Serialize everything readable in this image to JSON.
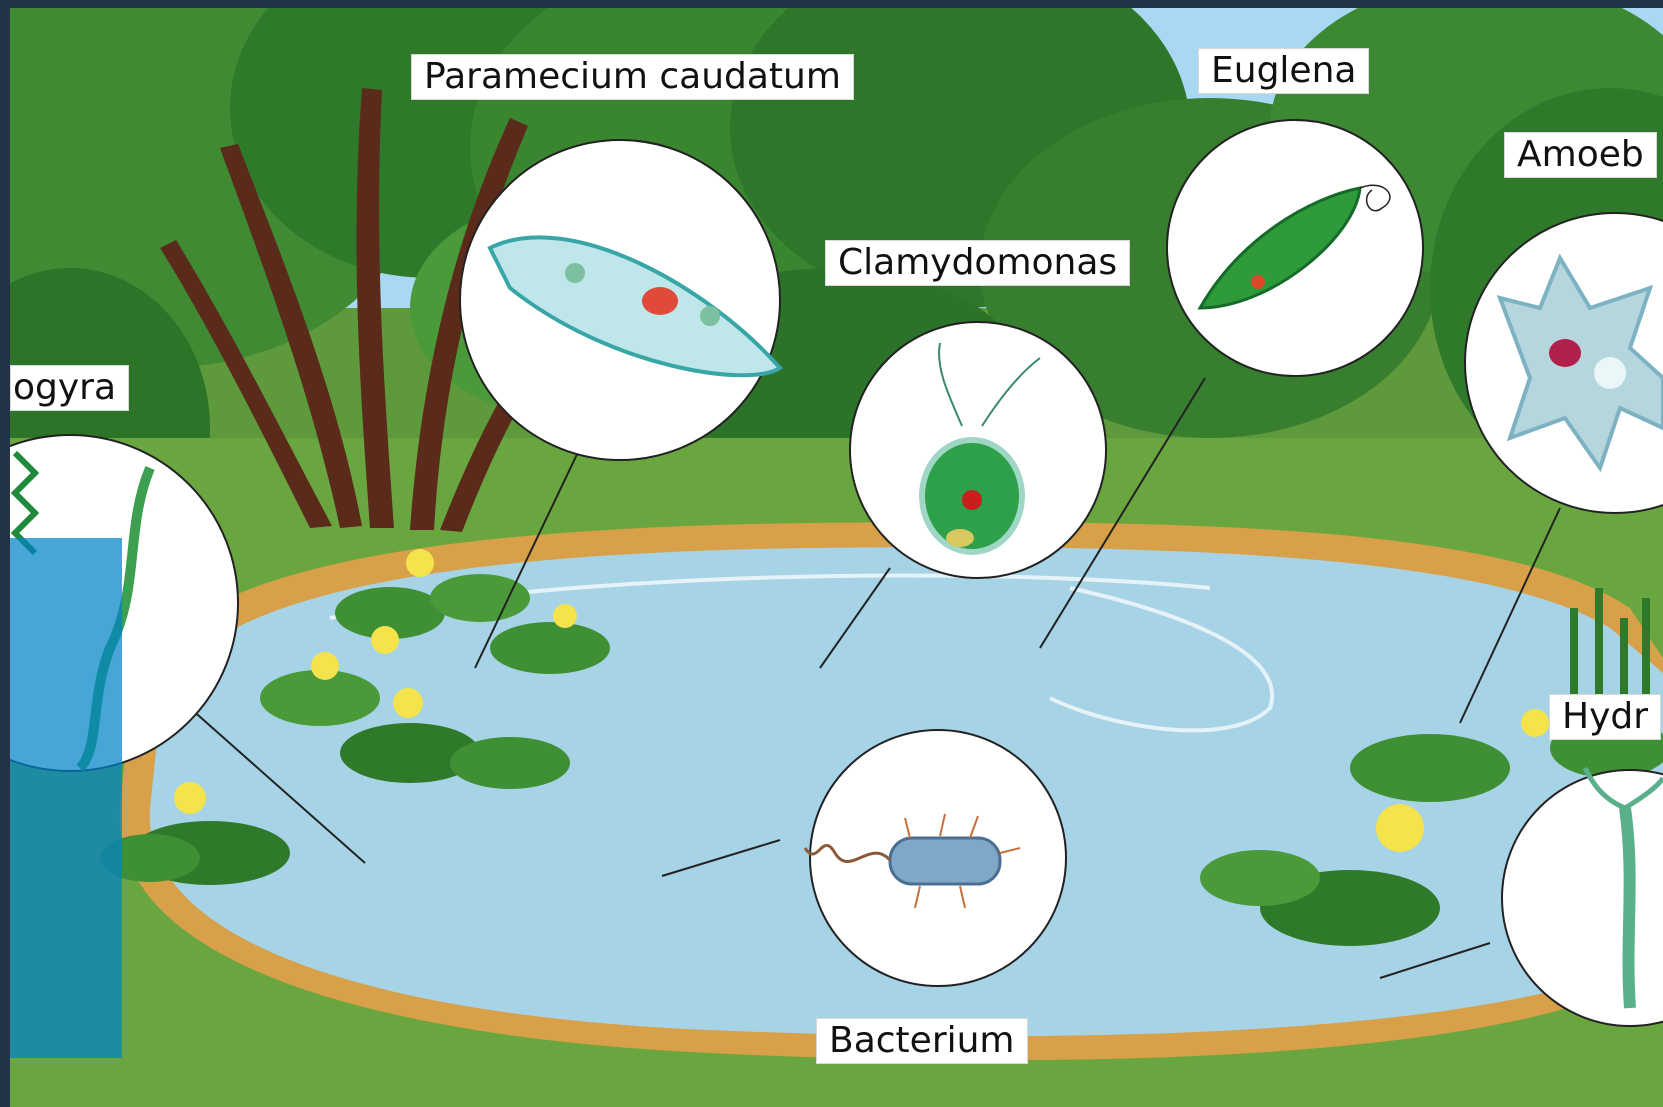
{
  "labels": {
    "paramecium": "Paramecium caudatum",
    "euglena": "Euglena",
    "amoeba": "Amoeb",
    "clamydomonas": "Clamydomonas",
    "spirogyra": "ogyra",
    "hydra": "Hydr",
    "bacterium": "Bacterium"
  },
  "colors": {
    "sky": "#a9d9f2",
    "grass": "#5e9a3c",
    "pond": "#a7d3e6",
    "pond_edge": "#d8a048",
    "tree_dark": "#2f6f28",
    "trunk": "#5a2a1a",
    "overlay": "#0082c8"
  }
}
